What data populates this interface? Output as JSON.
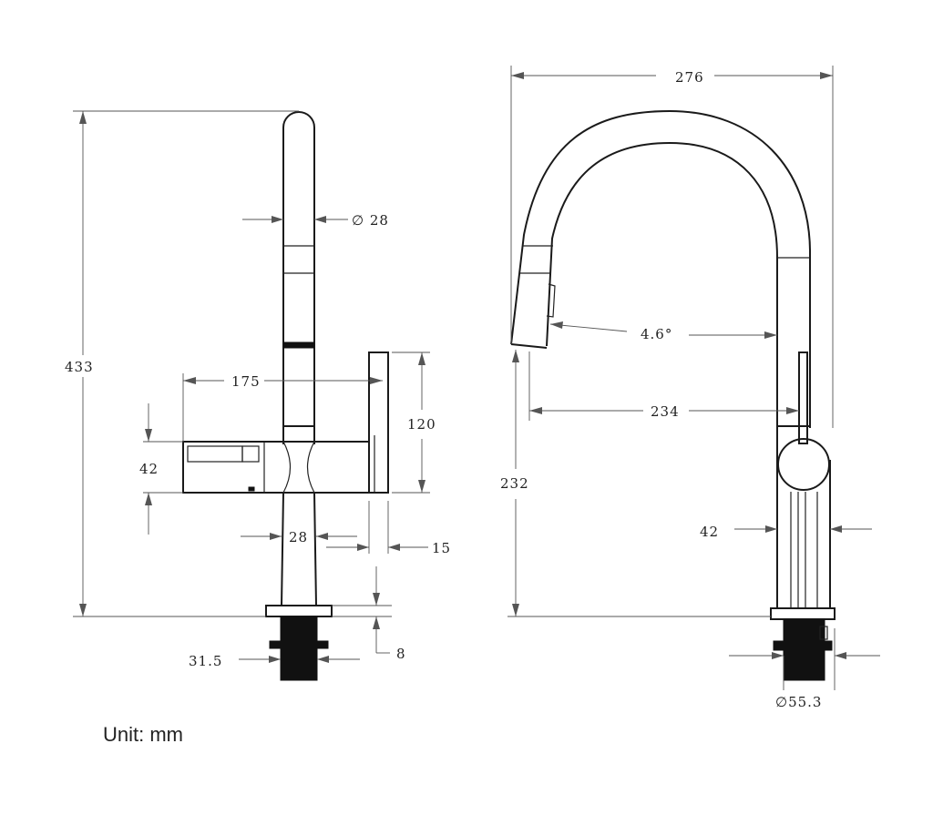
{
  "unit_label": "Unit: mm",
  "front_view": {
    "overall_height": "433",
    "spout_diameter": "∅ 28",
    "handle_reach": "175",
    "handle_height": "120",
    "body_height": "42",
    "column_width": "28",
    "lever_thickness": "15",
    "base_plate_thickness": "8",
    "shank_diameter": "31.5"
  },
  "side_view": {
    "overall_width": "276",
    "spout_tilt_angle": "4.6°",
    "spout_reach": "234",
    "spout_outlet_height": "232",
    "body_diameter": "42",
    "base_diameter": "∅55.3"
  }
}
